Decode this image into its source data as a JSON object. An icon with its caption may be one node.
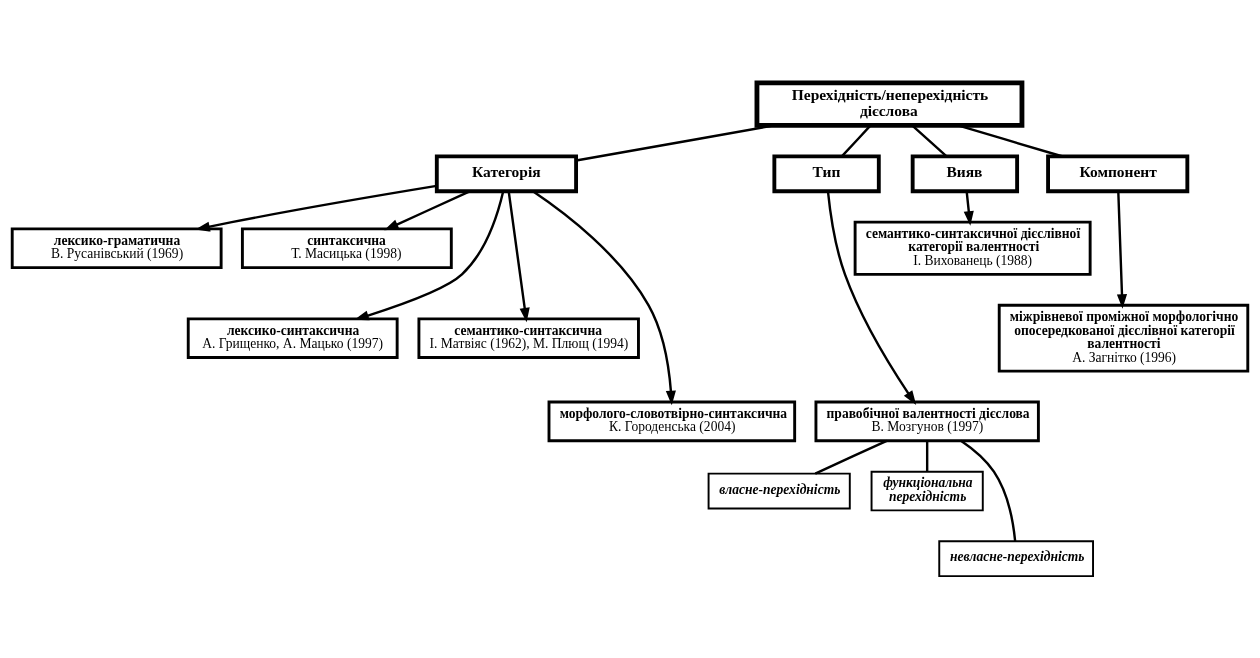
{
  "diagram": {
    "nodes": [
      {
        "text": [
          "Перехідність/неперехідність дієслова"
        ]
      },
      {
        "text": [
          "Категорія"
        ]
      },
      {
        "text": [
          "Тип"
        ]
      },
      {
        "text": [
          "Вияв"
        ]
      },
      {
        "text": [
          "Компонент"
        ]
      },
      {
        "text": [
          "лексико-граматична",
          "В. Русанівський (1969)"
        ]
      },
      {
        "text": [
          "синтаксична",
          "Т. Масицька (1998)"
        ]
      },
      {
        "text": [
          "лексико-синтаксична",
          "А. Грищенко, А. Мацько (1997)"
        ]
      },
      {
        "text": [
          "семантико-синтаксична",
          "І. Матвіяс (1962), М. Плющ (1994)"
        ]
      },
      {
        "text": [
          "морфолого-словотвірно-синтаксична",
          "К. Городенська (2004)"
        ]
      },
      {
        "text": [
          "семантико-синтаксичної дієслівної категорії валентності",
          "І. Вихованець (1988)"
        ]
      },
      {
        "text": [
          "міжрівневої проміжної морфологічно опосередкованої дієслівної категорії валентності",
          "А. Загнітко (1996)"
        ]
      },
      {
        "text": [
          "правобічної валентності дієслова",
          "В. Мозгунов (1997)"
        ]
      },
      {
        "text": [
          "власне-перехідність"
        ]
      },
      {
        "text": [
          "функціональна перехідність"
        ]
      },
      {
        "text": [
          "невласне-перехідність"
        ]
      }
    ],
    "edges": [
      {
        "from": 0,
        "to": 1,
        "arrow": "none"
      },
      {
        "from": 0,
        "to": 2,
        "arrow": "none"
      },
      {
        "from": 0,
        "to": 3,
        "arrow": "none"
      },
      {
        "from": 0,
        "to": 4,
        "arrow": "none"
      },
      {
        "from": 1,
        "to": 5,
        "arrow": "to"
      },
      {
        "from": 1,
        "to": 6,
        "arrow": "to"
      },
      {
        "from": 1,
        "to": 7,
        "arrow": "to"
      },
      {
        "from": 1,
        "to": 8,
        "arrow": "to"
      },
      {
        "from": 1,
        "to": 9,
        "arrow": "to"
      },
      {
        "from": 3,
        "to": 10,
        "arrow": "to"
      },
      {
        "from": 4,
        "to": 11,
        "arrow": "to"
      },
      {
        "from": 2,
        "to": 12,
        "arrow": "to"
      },
      {
        "from": 12,
        "to": 13,
        "arrow": "none"
      },
      {
        "from": 12,
        "to": 14,
        "arrow": "none"
      },
      {
        "from": 12,
        "to": 15,
        "arrow": "none"
      }
    ]
  }
}
